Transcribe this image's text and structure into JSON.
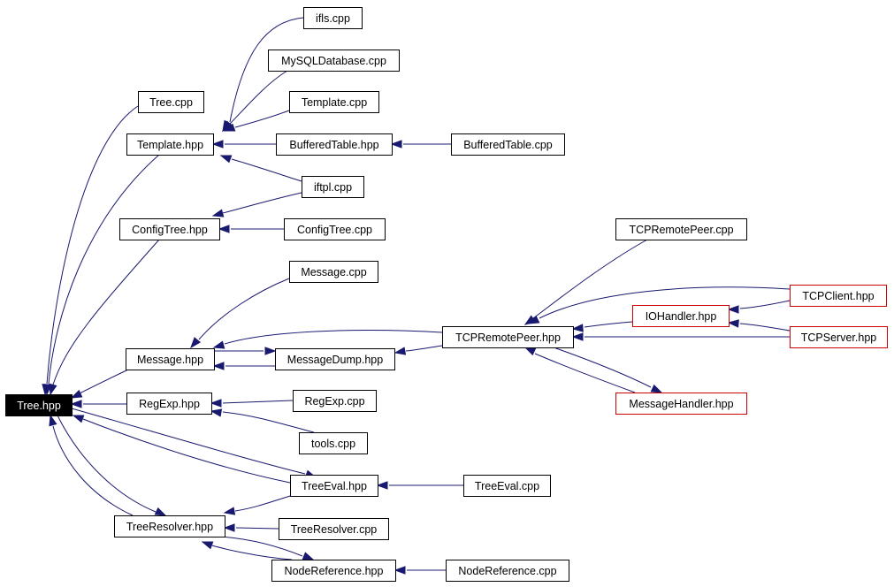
{
  "colors": {
    "edge": "#191970",
    "node_border": "#000000",
    "truncated_node_border": "#cc0000",
    "root_fill": "#000000",
    "root_text": "#ffffff"
  },
  "nodes": [
    {
      "id": "tree_hpp",
      "label": "Tree.hpp",
      "style": "root"
    },
    {
      "id": "tree_cpp",
      "label": "Tree.cpp",
      "style": "normal"
    },
    {
      "id": "ifls_cpp",
      "label": "ifls.cpp",
      "style": "normal"
    },
    {
      "id": "mysqldatabase_cpp",
      "label": "MySQLDatabase.cpp",
      "style": "normal"
    },
    {
      "id": "template_cpp",
      "label": "Template.cpp",
      "style": "normal"
    },
    {
      "id": "template_hpp",
      "label": "Template.hpp",
      "style": "normal"
    },
    {
      "id": "bufferedtable_hpp",
      "label": "BufferedTable.hpp",
      "style": "normal"
    },
    {
      "id": "bufferedtable_cpp",
      "label": "BufferedTable.cpp",
      "style": "normal"
    },
    {
      "id": "iftpl_cpp",
      "label": "iftpl.cpp",
      "style": "normal"
    },
    {
      "id": "configtree_hpp",
      "label": "ConfigTree.hpp",
      "style": "normal"
    },
    {
      "id": "configtree_cpp",
      "label": "ConfigTree.cpp",
      "style": "normal"
    },
    {
      "id": "tcpremotepeer_cpp",
      "label": "TCPRemotePeer.cpp",
      "style": "normal"
    },
    {
      "id": "message_cpp",
      "label": "Message.cpp",
      "style": "normal"
    },
    {
      "id": "tcpclient_hpp",
      "label": "TCPClient.hpp",
      "style": "truncated"
    },
    {
      "id": "iohandler_hpp",
      "label": "IOHandler.hpp",
      "style": "truncated"
    },
    {
      "id": "tcpremotepeer_hpp",
      "label": "TCPRemotePeer.hpp",
      "style": "normal"
    },
    {
      "id": "tcpserver_hpp",
      "label": "TCPServer.hpp",
      "style": "truncated"
    },
    {
      "id": "message_hpp",
      "label": "Message.hpp",
      "style": "normal"
    },
    {
      "id": "messagedump_hpp",
      "label": "MessageDump.hpp",
      "style": "normal"
    },
    {
      "id": "messagehandler_hpp",
      "label": "MessageHandler.hpp",
      "style": "truncated"
    },
    {
      "id": "regexp_hpp",
      "label": "RegExp.hpp",
      "style": "normal"
    },
    {
      "id": "regexp_cpp",
      "label": "RegExp.cpp",
      "style": "normal"
    },
    {
      "id": "tools_cpp",
      "label": "tools.cpp",
      "style": "normal"
    },
    {
      "id": "treeeval_hpp",
      "label": "TreeEval.hpp",
      "style": "normal"
    },
    {
      "id": "treeeval_cpp",
      "label": "TreeEval.cpp",
      "style": "normal"
    },
    {
      "id": "treeresolver_hpp",
      "label": "TreeResolver.hpp",
      "style": "normal"
    },
    {
      "id": "treeresolver_cpp",
      "label": "TreeResolver.cpp",
      "style": "normal"
    },
    {
      "id": "nodereference_hpp",
      "label": "NodeReference.hpp",
      "style": "normal"
    },
    {
      "id": "nodereference_cpp",
      "label": "NodeReference.cpp",
      "style": "normal"
    }
  ],
  "edges": [
    {
      "from": "tree_cpp",
      "to": "tree_hpp"
    },
    {
      "from": "template_hpp",
      "to": "tree_hpp"
    },
    {
      "from": "configtree_hpp",
      "to": "tree_hpp"
    },
    {
      "from": "message_hpp",
      "to": "tree_hpp"
    },
    {
      "from": "regexp_hpp",
      "to": "tree_hpp"
    },
    {
      "from": "treeeval_hpp",
      "to": "tree_hpp"
    },
    {
      "from": "treeresolver_hpp",
      "to": "tree_hpp"
    },
    {
      "from": "ifls_cpp",
      "to": "template_hpp"
    },
    {
      "from": "mysqldatabase_cpp",
      "to": "template_hpp"
    },
    {
      "from": "template_cpp",
      "to": "template_hpp"
    },
    {
      "from": "bufferedtable_hpp",
      "to": "template_hpp"
    },
    {
      "from": "iftpl_cpp",
      "to": "template_hpp"
    },
    {
      "from": "bufferedtable_cpp",
      "to": "bufferedtable_hpp"
    },
    {
      "from": "iftpl_cpp",
      "to": "configtree_hpp"
    },
    {
      "from": "configtree_cpp",
      "to": "configtree_hpp"
    },
    {
      "from": "message_cpp",
      "to": "message_hpp"
    },
    {
      "from": "messagedump_hpp",
      "to": "message_hpp"
    },
    {
      "from": "tcpremotepeer_hpp",
      "to": "message_hpp"
    },
    {
      "from": "message_hpp",
      "to": "messagedump_hpp"
    },
    {
      "from": "tcpremotepeer_hpp",
      "to": "messagedump_hpp"
    },
    {
      "from": "tcpremotepeer_cpp",
      "to": "tcpremotepeer_hpp"
    },
    {
      "from": "tcpclient_hpp",
      "to": "tcpremotepeer_hpp"
    },
    {
      "from": "iohandler_hpp",
      "to": "tcpremotepeer_hpp"
    },
    {
      "from": "tcpserver_hpp",
      "to": "tcpremotepeer_hpp"
    },
    {
      "from": "messagehandler_hpp",
      "to": "tcpremotepeer_hpp"
    },
    {
      "from": "tcpremotepeer_hpp",
      "to": "messagehandler_hpp"
    },
    {
      "from": "tcpclient_hpp",
      "to": "iohandler_hpp"
    },
    {
      "from": "tcpserver_hpp",
      "to": "iohandler_hpp"
    },
    {
      "from": "regexp_cpp",
      "to": "regexp_hpp"
    },
    {
      "from": "tools_cpp",
      "to": "regexp_hpp"
    },
    {
      "from": "tree_hpp",
      "to": "treeeval_hpp"
    },
    {
      "from": "treeeval_cpp",
      "to": "treeeval_hpp"
    },
    {
      "from": "tree_hpp",
      "to": "treeresolver_hpp"
    },
    {
      "from": "treeeval_hpp",
      "to": "treeresolver_hpp"
    },
    {
      "from": "treeresolver_cpp",
      "to": "treeresolver_hpp"
    },
    {
      "from": "nodereference_hpp",
      "to": "treeresolver_hpp"
    },
    {
      "from": "treeresolver_hpp",
      "to": "nodereference_hpp"
    },
    {
      "from": "nodereference_cpp",
      "to": "nodereference_hpp"
    }
  ]
}
